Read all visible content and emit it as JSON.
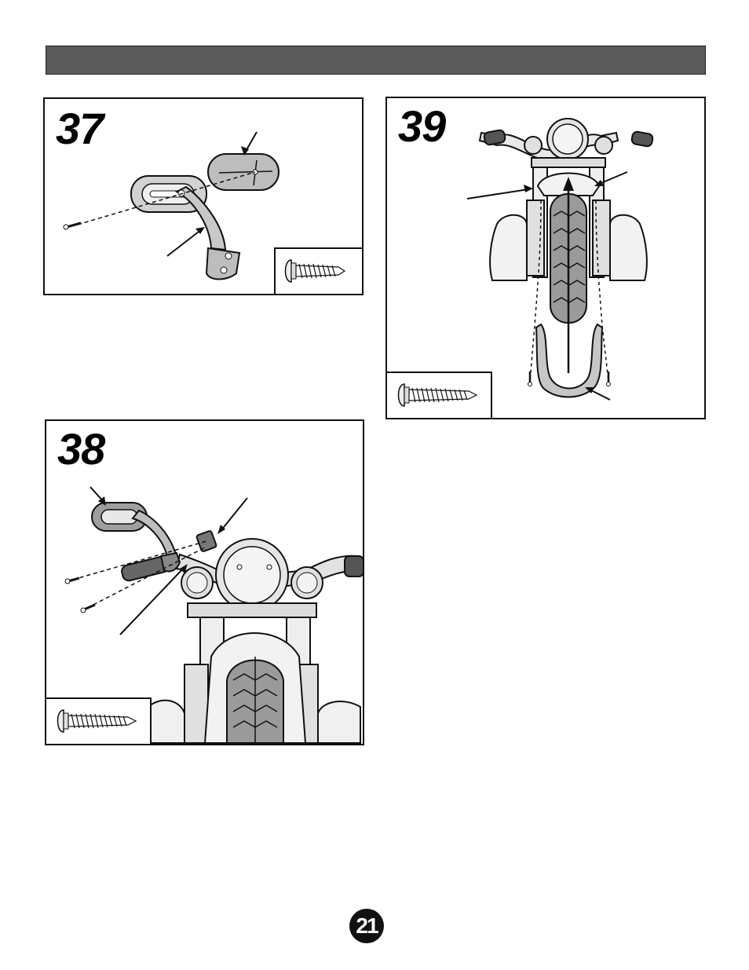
{
  "header": {
    "color": "#5a5a5a"
  },
  "steps": [
    {
      "number": "37"
    },
    {
      "number": "38"
    },
    {
      "number": "39"
    }
  ],
  "page": {
    "number": "21"
  },
  "icons": [
    "screw-icon",
    "mirror-icon",
    "motorcycle-front-icon",
    "fender-icon"
  ]
}
